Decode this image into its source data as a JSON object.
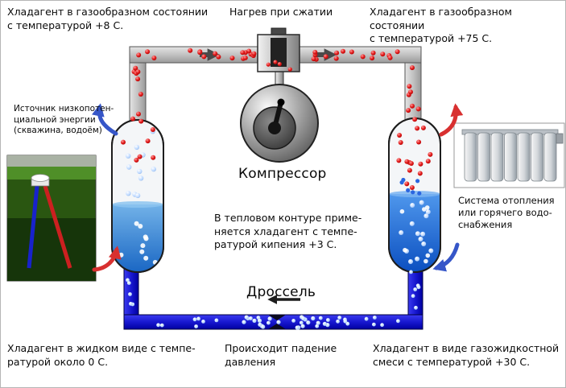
{
  "labels": {
    "top_left": "Хладагент в газообразном состоянии\nс температурой +8 С.",
    "top_center": "Нагрев при сжатии",
    "top_right": "Хладагент в газообразном состоянии\nс температурой +75 С.",
    "source": "Источник низкопотен-\nциальной энергии\n(скважина, водоём)",
    "compressor": "Компрессор",
    "note": "В тепловом контуре приме-\nняется хладагент с темпе-\nратурой кипения +3 С.",
    "throttle": "Дроссель",
    "heating_system": "Система отопления\nили горячего водо-\nснабжения",
    "bottom_left": "Хладагент в жидком виде с темпе-\nратурой около 0 С.",
    "bottom_center": "Происходит падение\nдавления",
    "bottom_right": "Хладагент в виде газожидкостной\nсмеси с температурой +30 С."
  },
  "colors": {
    "hot_gas_dot": "#e01818",
    "cold_liquid_pipe": "#1520c8",
    "pipe_gray": "#c6c6c6",
    "tank_liquid": "#2f7fe0",
    "heat_arrow_red": "#d83030",
    "cold_arrow_blue": "#3656c8",
    "ground_green": "#2a5611"
  }
}
